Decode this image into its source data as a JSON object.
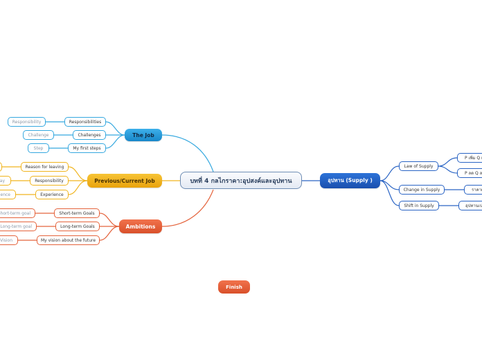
{
  "central": {
    "title": "บทที่ 4 กลไกราคา:อุปสงค์และอุปทาน"
  },
  "the_job": {
    "title": "The Job",
    "responsibilities": {
      "label": "Responsibilities",
      "child": "Responsibility"
    },
    "challenges": {
      "label": "Challenges",
      "child": "Challenge"
    },
    "first_steps": {
      "label": "My first steps",
      "child": "Step"
    }
  },
  "previous_job": {
    "title": "Previous/Current Job",
    "reason": {
      "label": "Reason for leaving"
    },
    "responsibility": {
      "label": "Responsibility",
      "child": "ay"
    },
    "experience": {
      "label": "Experience",
      "child": "ience"
    }
  },
  "ambitions": {
    "title": "Ambitions",
    "short_term": {
      "label": "Short-term Goals",
      "child": "Short-term goal"
    },
    "long_term": {
      "label": "Long-term Goals",
      "child": "Long-term goal"
    },
    "vision": {
      "label": "My vision about the future",
      "child": "Vision"
    }
  },
  "supply": {
    "title": "อุปทาน (Supply )",
    "law": {
      "label": "Law of Supply",
      "child1": "P เพิ่ม Q เพิ่ม",
      "child2": "P ลด Q ลด"
    },
    "change": {
      "label": "Change in Supply",
      "child": "ราคาเปลี่ยน"
    },
    "shift": {
      "label": "Shift in Supply",
      "child": "อุปทานเปลี่ยน"
    }
  },
  "finish": {
    "label": "Finish"
  },
  "colors": {
    "blue": "#1887c9",
    "yellow": "#e9a30d",
    "orange": "#d9502a",
    "navy": "#1a4fae"
  }
}
